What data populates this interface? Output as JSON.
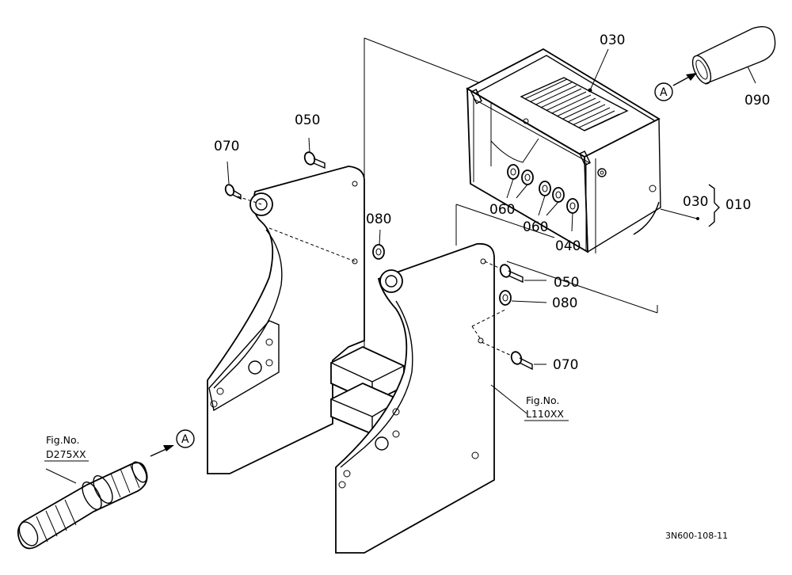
{
  "parts": {
    "p030_top": "030",
    "p090": "090",
    "p050_top": "050",
    "p070_top": "070",
    "p080_top": "080",
    "p060_a": "060",
    "p060_b": "060",
    "p040": "040",
    "p030_side": "030",
    "p010": "010",
    "p050_right": "050",
    "p080_right": "080",
    "p070_right": "070"
  },
  "refs": {
    "fig_label_right": "Fig.No.",
    "fig_value_right": "L110XX",
    "fig_label_left": "Fig.No.",
    "fig_value_left": "D275XX",
    "marker_top": "A",
    "marker_left": "A"
  },
  "drawing_code": "3N600-108-11"
}
